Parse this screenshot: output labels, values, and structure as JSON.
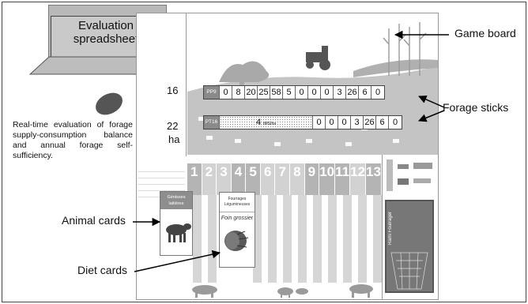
{
  "laptop": {
    "title": "Evaluation spreadsheet"
  },
  "description": "Real-time evaluation of forage supply-consumption balance and annual forage self-sufficiency.",
  "callouts": {
    "game_board": "Game board",
    "forage_sticks": "Forage sticks",
    "animal_cards": "Animal cards",
    "diet_cards": "Diet cards"
  },
  "board": {
    "row1_area": "16",
    "row2_area": "22",
    "area_unit": "ha",
    "stick1": {
      "tag": "PP9",
      "values": [
        "0",
        "8",
        "20",
        "25",
        "58",
        "5",
        "0",
        "0",
        "0",
        "3",
        "26",
        "6",
        "0"
      ]
    },
    "stick2": {
      "tag": "PT16",
      "merged_value": "4",
      "merged_unit": "tMS/ha",
      "values": [
        "0",
        "0",
        "0",
        "3",
        "26",
        "6",
        "0"
      ]
    },
    "months": [
      "1",
      "2",
      "3",
      "4",
      "5",
      "6",
      "7",
      "8",
      "9",
      "10",
      "11",
      "12",
      "13"
    ],
    "animal_card_title": "Génisses laitières",
    "diet_card_top": "Fourrages Légumineuses",
    "diet_card_name": "Foin grossier",
    "poster_title": "Rami Fourrager"
  },
  "colors": {
    "board_gray": "#c4c4c4",
    "month_gray": "#b4b4b4",
    "tag_gray": "#8a8a8a"
  }
}
